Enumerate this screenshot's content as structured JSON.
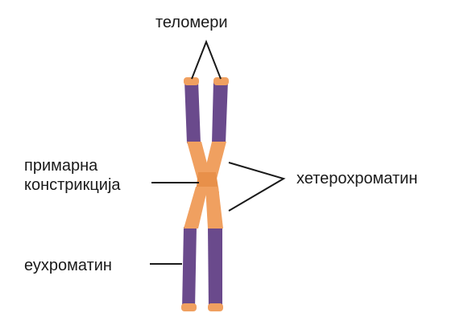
{
  "labels": {
    "telomeres": "теломери",
    "primary_constriction_line1": "примарна",
    "primary_constriction_line2": "констрикција",
    "heterochromatin": "хетерохроматин",
    "euchromatin": "еухроматин"
  },
  "colors": {
    "euchromatin": "#6a4a8c",
    "heterochromatin": "#f0a060",
    "pointer_line": "#1a1a1a",
    "text": "#1a1a1a",
    "background": "#ffffff"
  }
}
